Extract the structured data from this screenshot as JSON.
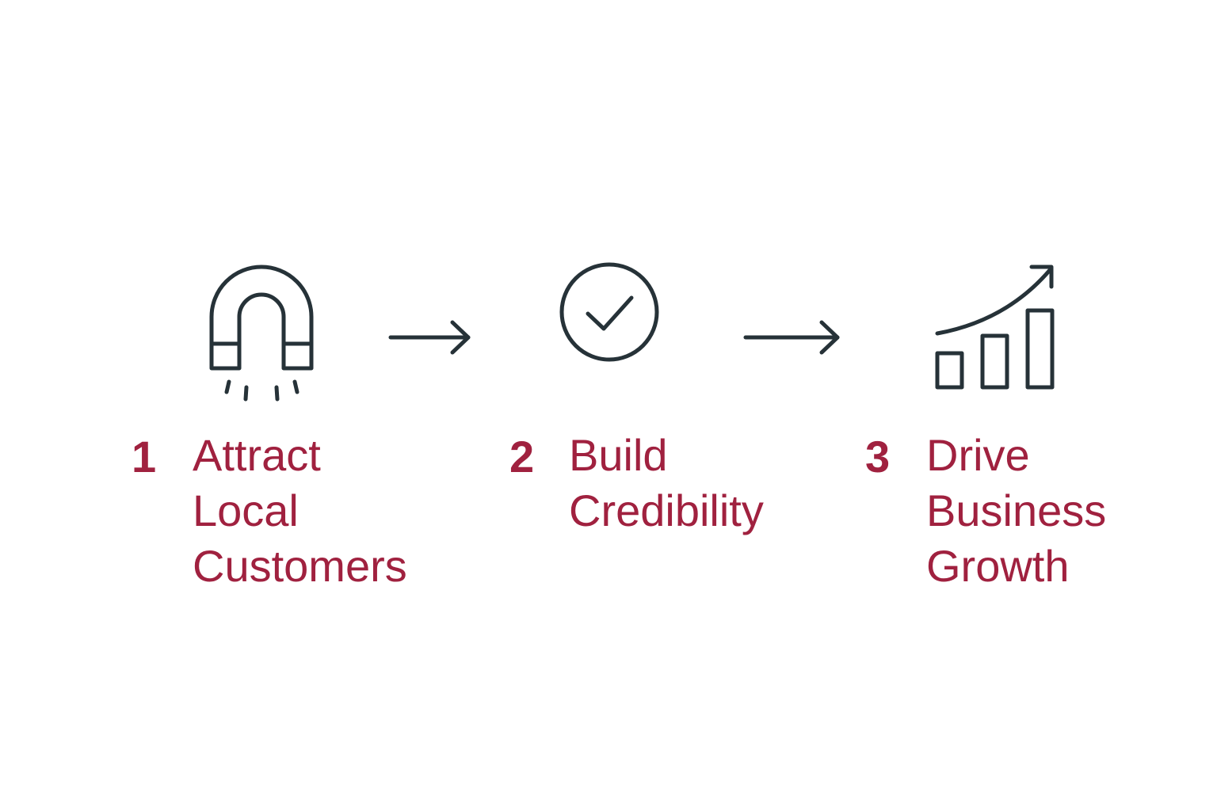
{
  "colors": {
    "accent": "#a0213f",
    "icon_stroke": "#263238",
    "background": "#ffffff"
  },
  "steps": [
    {
      "number": "1",
      "label": "Attract\nLocal\nCustomers",
      "icon": "magnet-icon"
    },
    {
      "number": "2",
      "label": "Build\nCredibility",
      "icon": "check-circle-icon"
    },
    {
      "number": "3",
      "label": "Drive\nBusiness\nGrowth",
      "icon": "growth-chart-icon"
    }
  ],
  "connectors": [
    "arrow-right-icon",
    "arrow-right-icon"
  ]
}
